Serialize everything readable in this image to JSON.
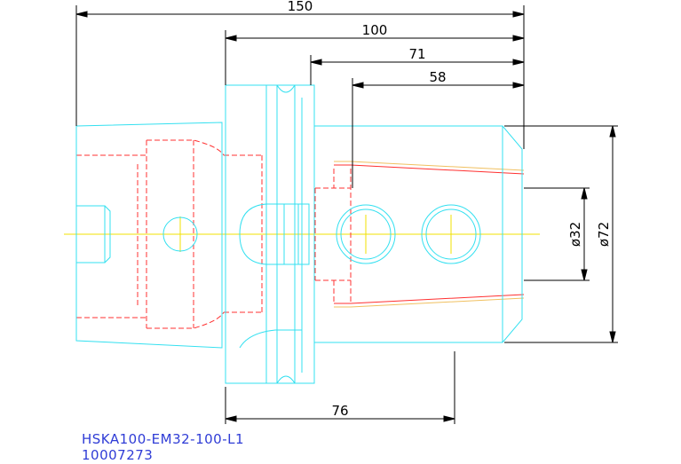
{
  "drawing": {
    "dimensions": {
      "overall_length": "150",
      "length_100": "100",
      "length_71": "71",
      "length_58": "58",
      "length_76": "76",
      "bore_diameter": "ø32",
      "outer_diameter": "ø72"
    },
    "title_block": {
      "part_name": "HSKA100-EM32-100-L1",
      "part_number": "10007273"
    },
    "colors": {
      "outline": "#33e0f0",
      "hidden": "#ff3030",
      "centerline": "#f0e000",
      "dimension": "#000000",
      "title": "#2f3cd6"
    }
  }
}
